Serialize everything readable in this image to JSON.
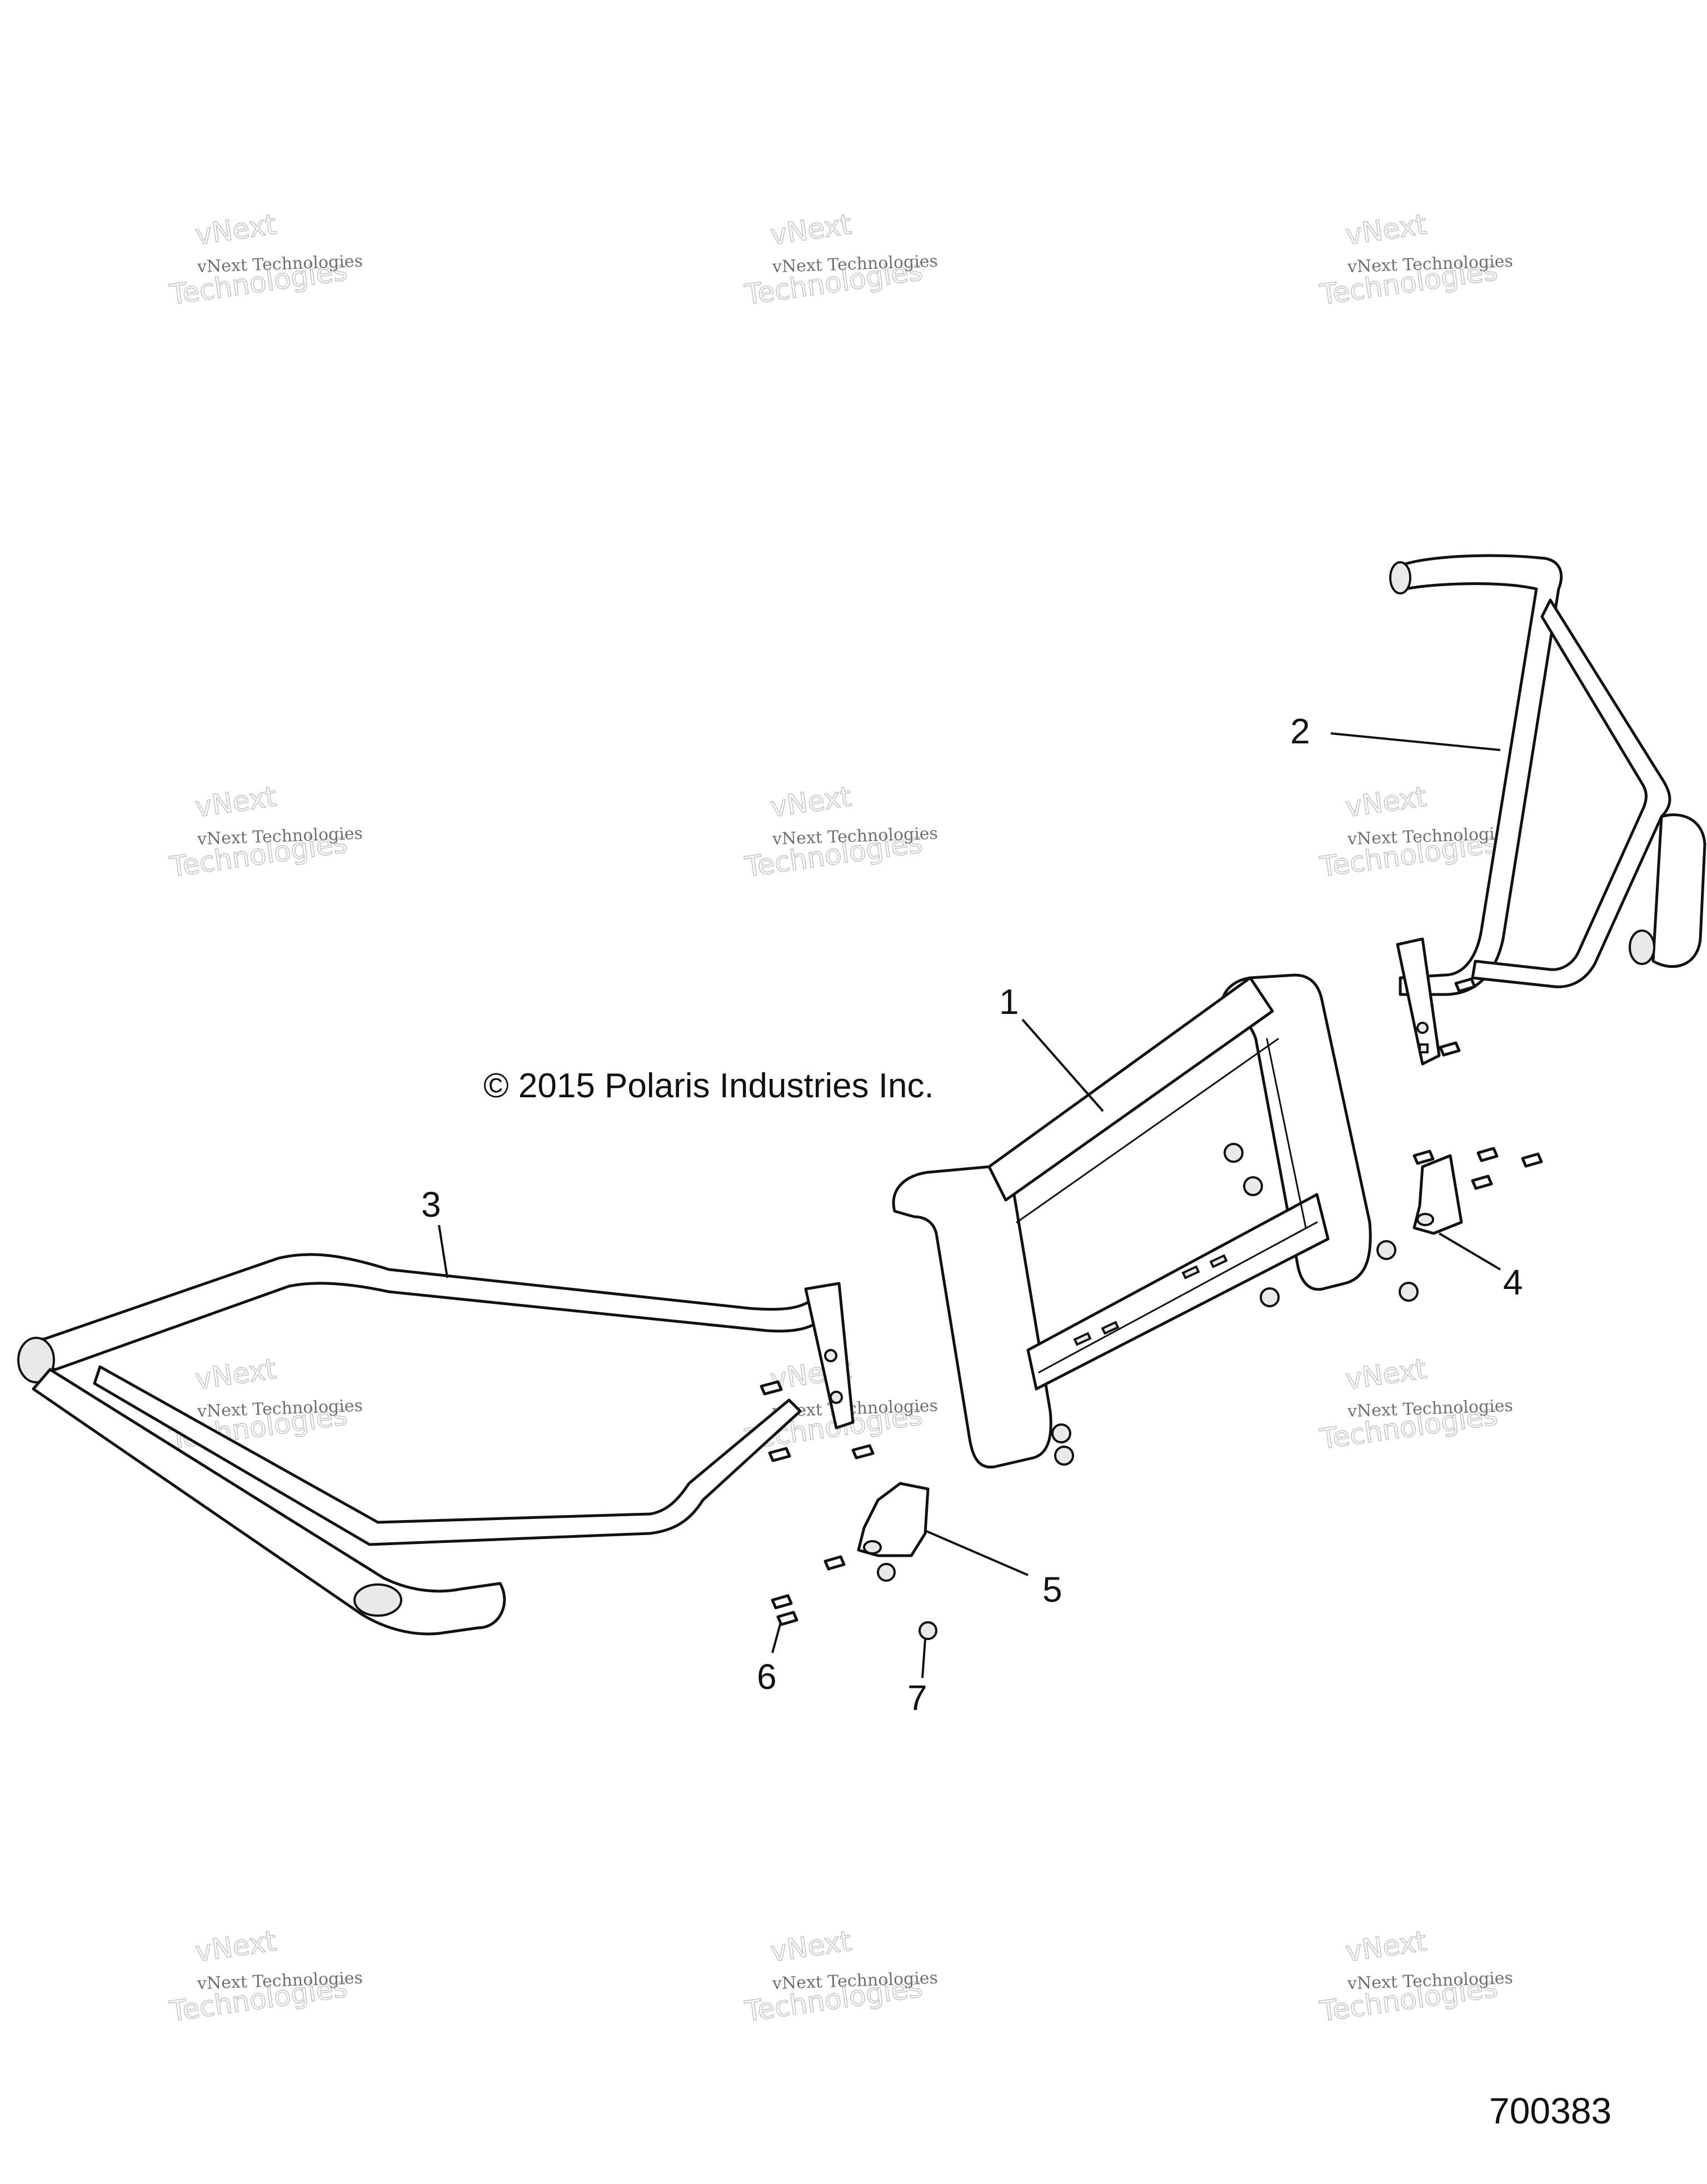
{
  "copyright": "© 2015 Polaris Industries Inc.",
  "figure_number": "700383",
  "watermark": {
    "line1": "vNext Technologies",
    "line2": "vNext",
    "line3": "Technologies"
  },
  "callouts": [
    {
      "id": "1",
      "label": "1"
    },
    {
      "id": "2",
      "label": "2"
    },
    {
      "id": "3",
      "label": "3"
    },
    {
      "id": "4",
      "label": "4"
    },
    {
      "id": "5",
      "label": "5"
    },
    {
      "id": "6",
      "label": "6"
    },
    {
      "id": "7",
      "label": "7"
    }
  ]
}
